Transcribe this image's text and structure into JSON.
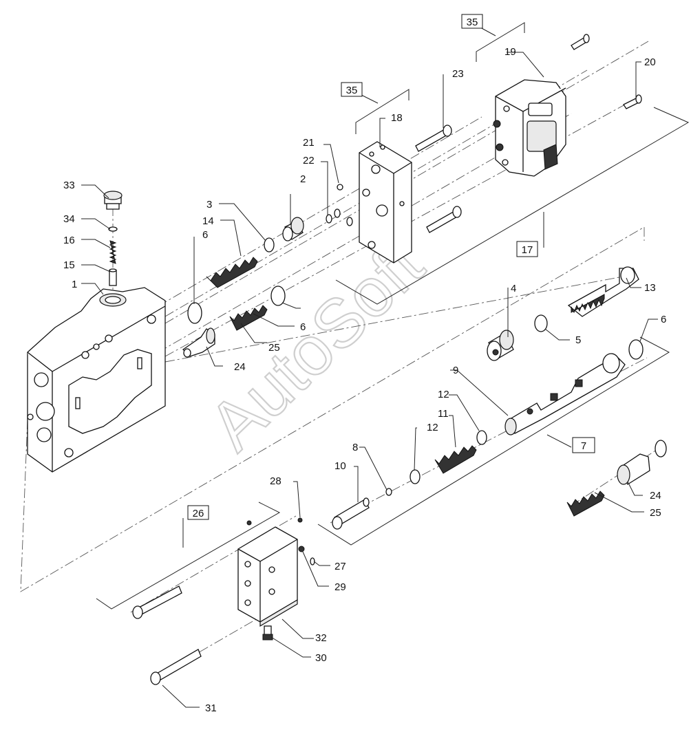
{
  "watermark": "AutoSoft",
  "labels": {
    "l1": "1",
    "l2": "2",
    "l3": "3",
    "l4": "4",
    "l5": "5",
    "l6a": "6",
    "l6b": "6",
    "l6c": "6",
    "l7": "7",
    "l8": "8",
    "l9": "9",
    "l10": "10",
    "l11": "11",
    "l12a": "12",
    "l12b": "12",
    "l13": "13",
    "l14": "14",
    "l15": "15",
    "l16": "16",
    "l17": "17",
    "l18": "18",
    "l19": "19",
    "l20": "20",
    "l21": "21",
    "l22": "22",
    "l23": "23",
    "l24a": "24",
    "l24b": "24",
    "l25a": "25",
    "l25b": "25",
    "l26": "26",
    "l27": "27",
    "l28": "28",
    "l29": "29",
    "l30": "30",
    "l31": "31",
    "l32": "32",
    "l33": "33",
    "l34": "34",
    "l35a": "35",
    "l35b": "35"
  }
}
